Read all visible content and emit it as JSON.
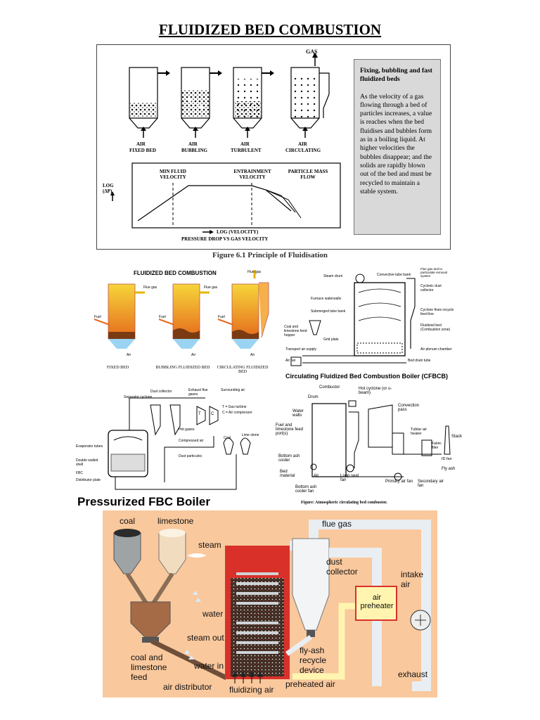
{
  "page": {
    "title": "FLUIDIZED BED COMBUSTION"
  },
  "figure1": {
    "caption": "Figure 6.1 Principle of Fluidisation",
    "gas_label": "GAS",
    "bed_air_labels": [
      "AIR",
      "AIR",
      "AIR",
      "AIR"
    ],
    "bed_names": [
      "FIXED BED",
      "BUBBLING",
      "TURBULENT",
      "CIRCULATING"
    ],
    "graph": {
      "ylabel_line1": "LOG",
      "ylabel_line2": "(ΔP)",
      "xlabel": "LOG (VELOCITY)",
      "subtitle": "PRESSURE DROP VS GAS VELOCITY",
      "annotations": [
        "MIN FLUID VELOCITY",
        "ENTRAINMENT VELOCITY",
        "PARTICLE MASS FLOW"
      ]
    },
    "textbox": {
      "heading": "Fixing, bubbling and fast fluidized beds",
      "body": "As the velocity of a gas flowing through a bed of particles increases, a value is reaches when the bed fluidises and bubbles form as in a boiling liquid. At higher velocities the bubbles disappear; and the solids are rapidly blown out of the bed and must be recycled to maintain a stable system."
    }
  },
  "panel_fbc": {
    "title": "FLUIDIZED BED COMBUSTION",
    "flue_gas": [
      "Flue gas",
      "Flue gas",
      "Flue gas"
    ],
    "fuel": [
      "Fuel",
      "Fuel",
      "Fuel"
    ],
    "air": [
      "Air",
      "Air",
      "Air"
    ],
    "labels": [
      "FIXED BED",
      "BUBBLING FLUIDIZED BED",
      "CIRCULATING FLUIDIZED BED"
    ],
    "colors": {
      "flame_top": "#f6d53a",
      "flame_bottom": "#e56a1c",
      "bed": "#7a3b12",
      "air": "#9ad4f2"
    }
  },
  "panel_cfbcb": {
    "title": "Circulating Fluidized Bed Combustion Boiler (CFBCB)",
    "labels": [
      "Steam drum",
      "Convective tube bank",
      "Furnace waterwalls",
      "Submerged tube bank",
      "Coal and limestone feed hopper",
      "Grid plate",
      "Transport air supply",
      "Air fan",
      "Flue gas and to particulate removal system",
      "Cyclonic dust collector",
      "Cyclone fines recycle feed line",
      "Fluidized bed (Combustion zone)",
      "Air plenum chamber",
      "Bed drain tube"
    ]
  },
  "panel_pfbc": {
    "title": "Pressurized FBC Boiler",
    "labels": [
      "Dust collector",
      "Separator cyclone",
      "Exhaust flue gases",
      "Surrounding air",
      "T = Gas turbine",
      "C = Air compressor",
      "Hot gases",
      "Compressed air",
      "Coal",
      "Lime stone",
      "Dust particules",
      "Evaporator tubes",
      "Double walled shell",
      "FBC",
      "Distributor plate",
      "T",
      "C"
    ]
  },
  "panel_acfb": {
    "caption": "Figure: Atmospheric circulating bed combustor.",
    "labels": [
      "Combustor",
      "Hot cyclone (or u-beam)",
      "Drum",
      "Water walls",
      "Convection pass",
      "Fuel and limestone feed port(s)",
      "Tublar air heater",
      "Stack",
      "Fabric filter",
      "ID fan",
      "Fly ash",
      "Bottom ash cooler",
      "Bed material",
      "Air",
      "Loop seal fan",
      "Primary air fan",
      "Secondary air fan",
      "Bottom ash cooler fan"
    ]
  },
  "bottom_diagram": {
    "labels": {
      "coal": "coal",
      "limestone": "limestone",
      "steam": "steam",
      "flue_gas": "flue gas",
      "dust_collector": "dust collector",
      "intake_air": "intake air",
      "air_preheater": "air preheater",
      "water": "water",
      "steam_out": "steam out",
      "coal_limestone_feed": "coal and limestone feed",
      "water_in": "water in",
      "fly_ash_recycle": "fly-ash recycle device",
      "exhaust": "exhaust",
      "preheated_air": "preheated air",
      "air_distributor": "air distributor",
      "fluidizing_air": "fluidizing air"
    },
    "colors": {
      "background": "#f9c89d",
      "combustor": "#d9312a",
      "duct": "#e9eef2",
      "preheater": "#fff5b0"
    }
  }
}
